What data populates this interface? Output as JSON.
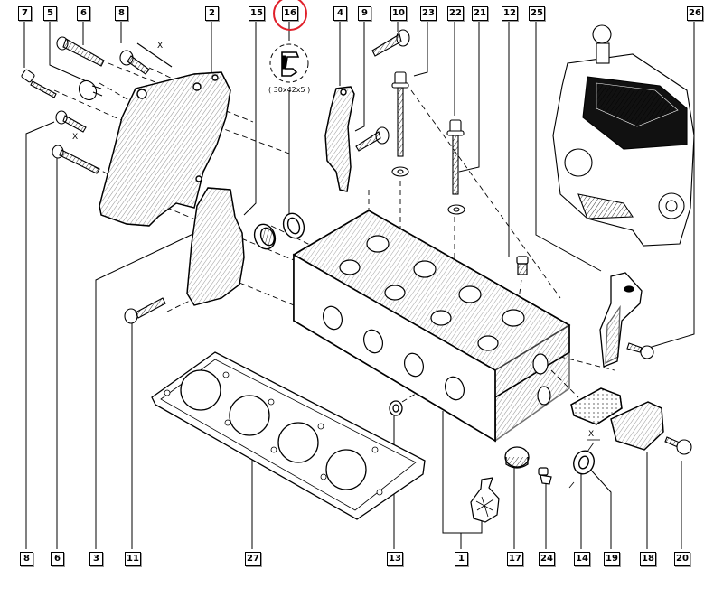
{
  "diagram": {
    "title": "Cylinder head exploded parts diagram",
    "highlighted_part": "16",
    "highlight_color": "#e0202a",
    "line_color": "#000000",
    "seal_spec": "( 30x42x5 )",
    "dimension_marker": "X",
    "top_callouts": [
      "7",
      "5",
      "6",
      "8",
      "2",
      "15",
      "16",
      "4",
      "9",
      "10",
      "23",
      "22",
      "21",
      "12",
      "25",
      "26"
    ],
    "bottom_callouts": [
      "8",
      "6",
      "3",
      "11",
      "27",
      "13",
      "1",
      "17",
      "24",
      "14",
      "19",
      "18",
      "20"
    ],
    "parts": [
      {
        "ref": "1",
        "name": "gasket kit bag"
      },
      {
        "ref": "2",
        "name": "engine mounting bracket"
      },
      {
        "ref": "3",
        "name": "mounting bracket"
      },
      {
        "ref": "4",
        "name": "lifting eye"
      },
      {
        "ref": "5",
        "name": "stud nut"
      },
      {
        "ref": "6",
        "name": "bolt"
      },
      {
        "ref": "7",
        "name": "bolt"
      },
      {
        "ref": "8",
        "name": "bolt"
      },
      {
        "ref": "9",
        "name": "bolt"
      },
      {
        "ref": "10",
        "name": "bolt"
      },
      {
        "ref": "11",
        "name": "bolt"
      },
      {
        "ref": "12",
        "name": "plug"
      },
      {
        "ref": "13",
        "name": "plug"
      },
      {
        "ref": "14",
        "name": "seal"
      },
      {
        "ref": "15",
        "name": "plug"
      },
      {
        "ref": "16",
        "name": "oil seal 30x42x5"
      },
      {
        "ref": "17",
        "name": "plug"
      },
      {
        "ref": "18",
        "name": "cover"
      },
      {
        "ref": "19",
        "name": "gasket"
      },
      {
        "ref": "20",
        "name": "bolt"
      },
      {
        "ref": "21",
        "name": "washer"
      },
      {
        "ref": "22",
        "name": "cylinder head bolt"
      },
      {
        "ref": "23",
        "name": "cylinder head bolt"
      },
      {
        "ref": "24",
        "name": "plug"
      },
      {
        "ref": "25",
        "name": "bracket"
      },
      {
        "ref": "26",
        "name": "bolt"
      },
      {
        "ref": "27",
        "name": "cylinder head gasket"
      }
    ]
  }
}
